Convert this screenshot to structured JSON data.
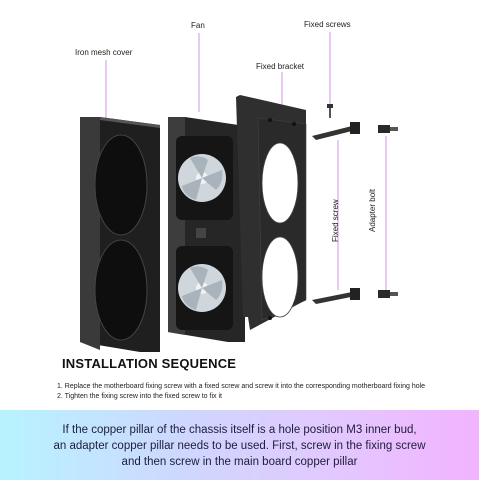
{
  "labels": {
    "iron_mesh_cover": "Iron mesh cover",
    "fan": "Fan",
    "fixed_screws": "Fixed screws",
    "fixed_bracket": "Fixed bracket",
    "fixed_screw": "Fixed screw",
    "adapter_bolt": "Adapter bolt"
  },
  "section_title": "INSTALLATION SEQUENCE",
  "steps": [
    "1. Replace the motherboard fixing screw with a fixed screw and screw it into the corresponding motherboard fixing hole",
    "2. Tighten the fixing screw into the fixed screw to fix it"
  ],
  "note_lines": [
    "If the copper pillar of the chassis itself is a hole position M3 inner bud,",
    "an adapter copper pillar needs to be used. First, screw in the fixing screw",
    "and then screw in the main board copper pillar"
  ],
  "colors": {
    "part_dark": "#2b2b2b",
    "leader_line": "#e3b8ef",
    "banner_start": "#b7f3ff",
    "banner_end": "#f2b3ff"
  }
}
